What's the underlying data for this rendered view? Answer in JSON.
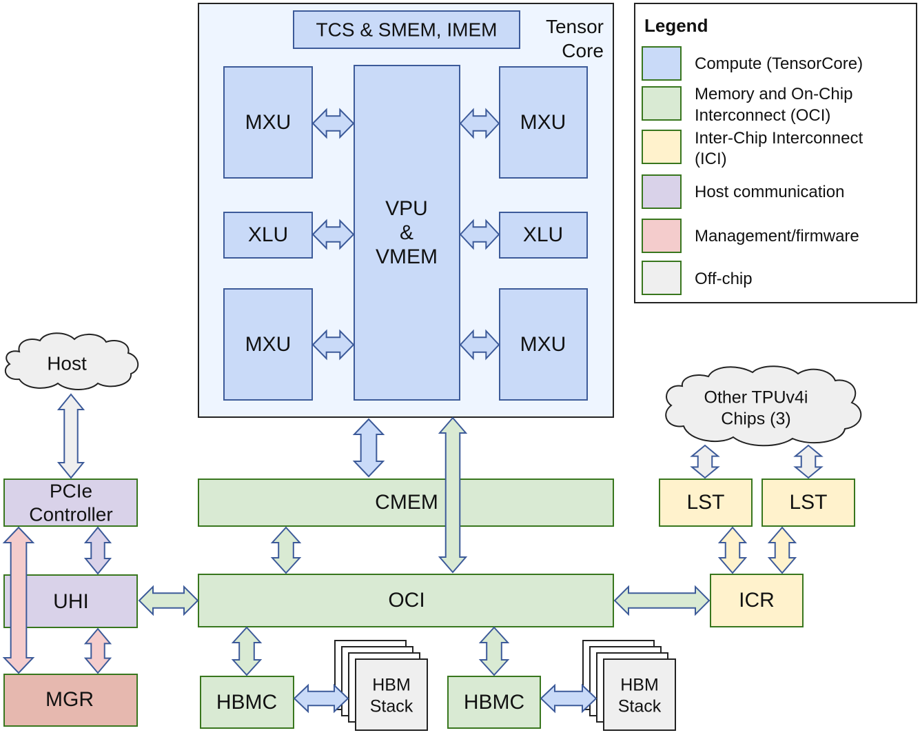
{
  "colors": {
    "compute_fill": "#c9daf8",
    "compute_stroke": "#3c5a99",
    "memory_fill": "#d9ead3",
    "memory_stroke": "#38761d",
    "ici_fill": "#fff2cc",
    "host_fill": "#d9d2e9",
    "mgmt_fill": "#f4cccc",
    "mgr_fill": "#e6b8af",
    "offchip_fill": "#efefef",
    "tensor_core_bg": "#eef5ff"
  },
  "tensor_core": {
    "label_line1": "Tensor",
    "label_line2": "Core",
    "tcs": "TCS & SMEM, IMEM",
    "mxu": "MXU",
    "xlu": "XLU",
    "vpu_line1": "VPU",
    "vpu_line2": "&",
    "vpu_line3": "VMEM"
  },
  "blocks": {
    "cmem": "CMEM",
    "oci": "OCI",
    "hbmc": "HBMC",
    "hbm_line1": "HBM",
    "hbm_line2": "Stack",
    "pcie_line1": "PCIe",
    "pcie_line2": "Controller",
    "uhi": "UHI",
    "mgr": "MGR",
    "host": "Host",
    "other_line1": "Other TPUv4i",
    "other_line2": "Chips (3)",
    "lst": "LST",
    "icr": "ICR"
  },
  "legend": {
    "title": "Legend",
    "items": [
      {
        "lines": [
          "Compute (TensorCore)"
        ],
        "color": "#c9daf8"
      },
      {
        "lines": [
          "Memory and On-Chip",
          "Interconnect (OCI)"
        ],
        "color": "#d9ead3"
      },
      {
        "lines": [
          "Inter-Chip Interconnect",
          "(ICI)"
        ],
        "color": "#fff2cc"
      },
      {
        "lines": [
          "Host communication"
        ],
        "color": "#d9d2e9"
      },
      {
        "lines": [
          "Management/firmware"
        ],
        "color": "#f4cccc"
      },
      {
        "lines": [
          "Off-chip"
        ],
        "color": "#efefef"
      }
    ]
  }
}
